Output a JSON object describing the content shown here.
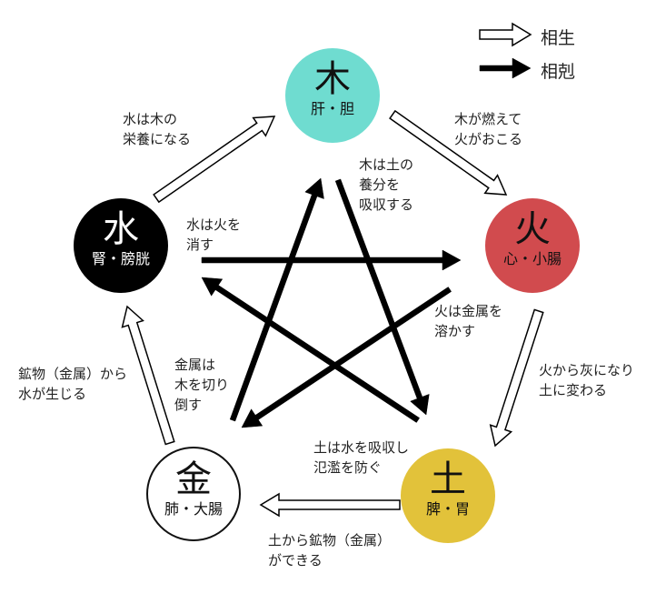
{
  "legend": {
    "generating": "相生",
    "controlling": "相剋"
  },
  "elements": {
    "wood": {
      "name": "木",
      "organs": "肝・胆",
      "color": "#6fdcd0",
      "text_color": "#111111"
    },
    "fire": {
      "name": "火",
      "organs": "心・小腸",
      "color": "#d14b4e",
      "text_color": "#111111"
    },
    "earth": {
      "name": "土",
      "organs": "脾・胃",
      "color": "#e2c23a",
      "text_color": "#111111"
    },
    "metal": {
      "name": "金",
      "organs": "肺・大腸",
      "color": "#ffffff",
      "text_color": "#111111"
    },
    "water": {
      "name": "水",
      "organs": "腎・膀胱",
      "color": "#000000",
      "text_color": "#ffffff"
    }
  },
  "generating_labels": {
    "water_wood": [
      "水は木の",
      "栄養になる"
    ],
    "wood_fire": [
      "木が燃えて",
      "火がおこる"
    ],
    "fire_earth": [
      "火から灰になり",
      "土に変わる"
    ],
    "earth_metal": [
      "土から鉱物（金属）",
      "ができる"
    ],
    "metal_water": [
      "鉱物（金属）から",
      "水が生じる"
    ]
  },
  "controlling_labels": {
    "wood_earth": [
      "木は土の",
      "養分を",
      "吸収する"
    ],
    "water_fire": [
      "水は火を",
      "消す"
    ],
    "fire_metal": [
      "火は金属を",
      "溶かす"
    ],
    "metal_wood": [
      "金属は",
      "木を切り",
      "倒す"
    ],
    "earth_water": [
      "土は水を吸収し",
      "氾濫を防ぐ"
    ]
  }
}
